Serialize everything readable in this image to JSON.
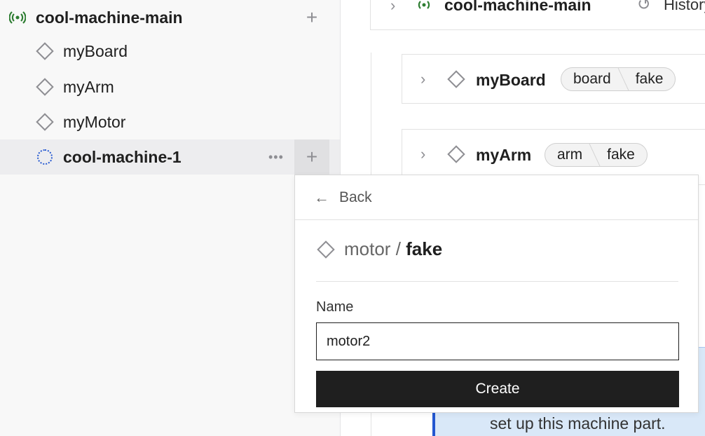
{
  "sidebar": {
    "root": {
      "label": "cool-machine-main"
    },
    "items": [
      {
        "label": "myBoard"
      },
      {
        "label": "myArm"
      },
      {
        "label": "myMotor"
      }
    ],
    "selected": {
      "label": "cool-machine-1",
      "more": "•••"
    },
    "plus": "+"
  },
  "main": {
    "header": {
      "title": "cool-machine-main",
      "history": "History"
    },
    "cards": [
      {
        "name": "myBoard",
        "api": "board",
        "model": "fake"
      },
      {
        "name": "myArm",
        "api": "arm",
        "model": "fake"
      }
    ],
    "hint": "set up this machine part."
  },
  "popover": {
    "back": "Back",
    "api": "motor",
    "sep": " / ",
    "model": "fake",
    "name_label": "Name",
    "name_value": "motor2",
    "create": "Create"
  },
  "colors": {
    "online": "#2e7d32",
    "pending": "#2357d0",
    "button": "#1f1f1f"
  }
}
